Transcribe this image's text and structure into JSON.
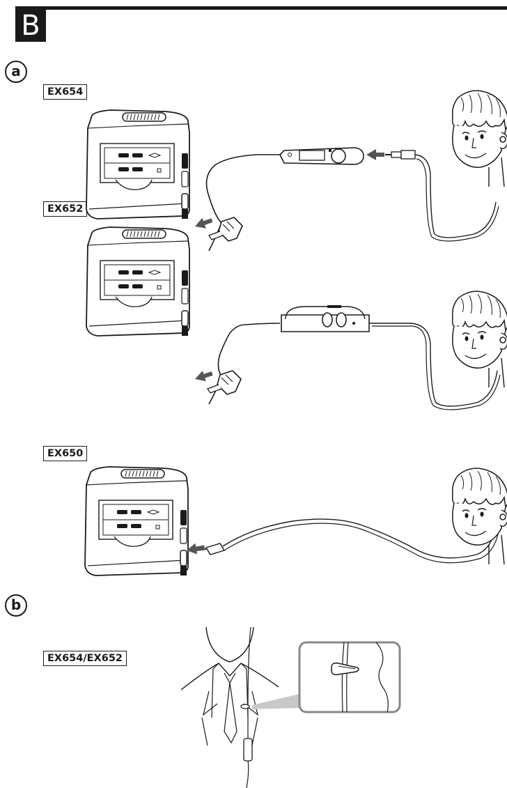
{
  "section": {
    "letter": "B"
  },
  "parts": [
    {
      "mark": "a"
    },
    {
      "mark": "b"
    }
  ],
  "figures": [
    {
      "model": "EX654"
    },
    {
      "model": "EX652"
    },
    {
      "model": "EX650"
    },
    {
      "model": "EX654/EX652"
    }
  ]
}
